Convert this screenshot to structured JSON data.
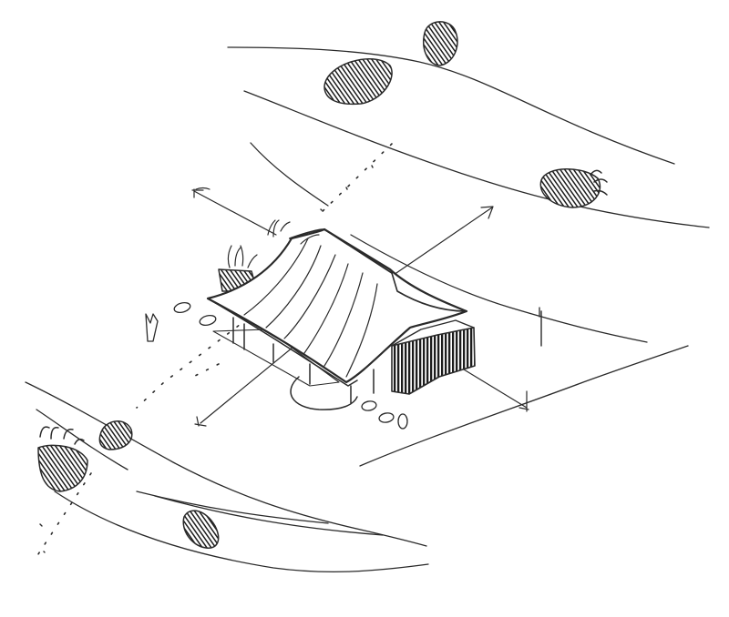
{
  "sketch": {
    "paper_color": "#ffffff",
    "ink_color": "#1c1c1c",
    "light_ink_color": "#555555",
    "visible_text": [],
    "subject": {
      "building": "pavilion-with-curved-roof",
      "roof_ribs_count": 6,
      "annexes": [
        "slatted-screen-annex-right",
        "planter-box-left"
      ],
      "axis_arrows_count": 4,
      "trees_count": 7,
      "stepping_stones_count": 6
    }
  }
}
